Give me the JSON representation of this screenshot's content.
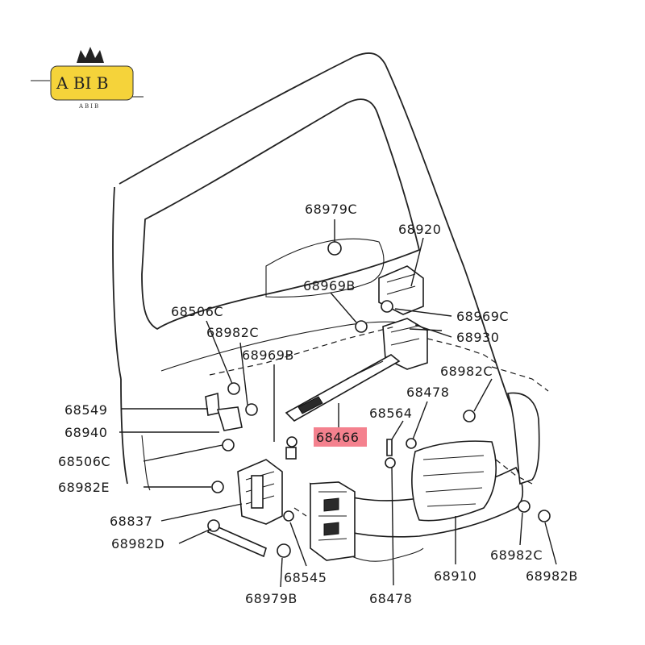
{
  "logo": {
    "text": "A BI  B",
    "subtext": "ABIB",
    "background": "#f5d33a"
  },
  "highlight_color": "#f26b7a",
  "highlighted_part": "68466",
  "callouts": [
    {
      "id": "c-68979C-top",
      "text": "68979C"
    },
    {
      "id": "c-68920",
      "text": "68920"
    },
    {
      "id": "c-68969B-top",
      "text": "68969B"
    },
    {
      "id": "c-68506C-top",
      "text": "68506C"
    },
    {
      "id": "c-68969C",
      "text": "68969C"
    },
    {
      "id": "c-68982C-left",
      "text": "68982C"
    },
    {
      "id": "c-68930",
      "text": "68930"
    },
    {
      "id": "c-68969B-mid",
      "text": "68969B"
    },
    {
      "id": "c-68982C-right",
      "text": "68982C"
    },
    {
      "id": "c-68478-top",
      "text": "68478"
    },
    {
      "id": "c-68549",
      "text": "68549"
    },
    {
      "id": "c-68564",
      "text": "68564"
    },
    {
      "id": "c-68940",
      "text": "68940"
    },
    {
      "id": "c-68466",
      "text": "68466"
    },
    {
      "id": "c-68506C-low",
      "text": "68506C"
    },
    {
      "id": "c-68982E",
      "text": "68982E"
    },
    {
      "id": "c-68837",
      "text": "68837"
    },
    {
      "id": "c-68982D",
      "text": "68982D"
    },
    {
      "id": "c-68545",
      "text": "68545"
    },
    {
      "id": "c-68910",
      "text": "68910"
    },
    {
      "id": "c-68982C-bottom",
      "text": "68982C"
    },
    {
      "id": "c-68982B",
      "text": "68982B"
    },
    {
      "id": "c-68979B",
      "text": "68979B"
    },
    {
      "id": "c-68478-bottom",
      "text": "68478"
    }
  ]
}
